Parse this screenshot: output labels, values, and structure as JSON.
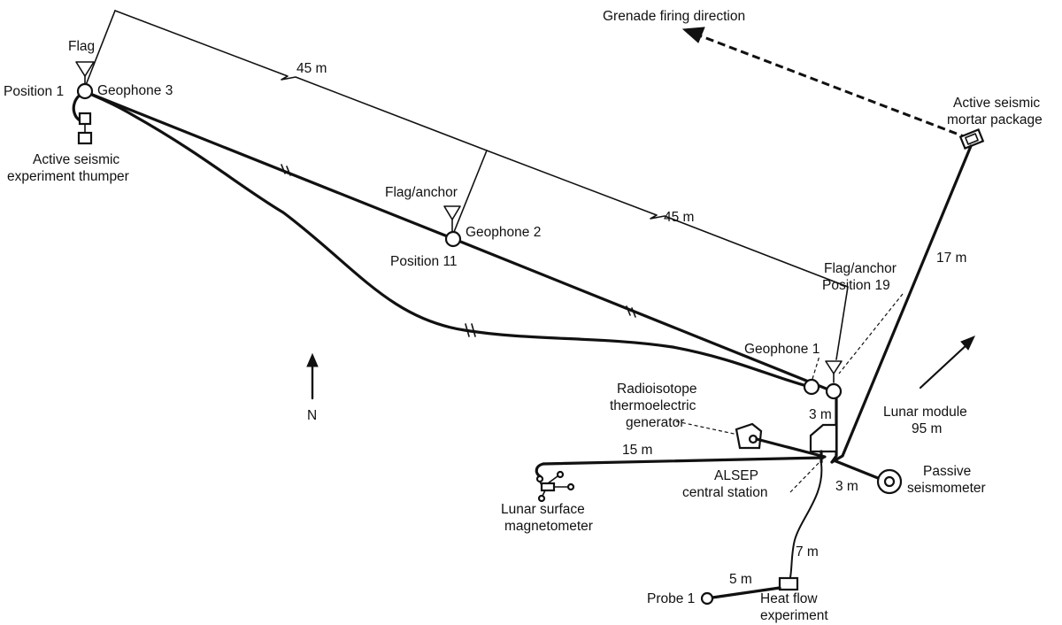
{
  "labels": {
    "grenade_direction": "Grenade firing direction",
    "flag": "Flag",
    "position_1": "Position 1",
    "geophone_3": "Geophone 3",
    "thumper_line1": "Active seismic",
    "thumper_line2": "experiment thumper",
    "dist_45_upper": "45 m",
    "mortar_line1": "Active seismic",
    "mortar_line2": "mortar package",
    "flag_anchor_mid": "Flag/anchor",
    "geophone_2": "Geophone 2",
    "position_11": "Position 11",
    "dist_45_lower": "45 m",
    "dist_17": "17 m",
    "flag_anchor_19_line1": "Flag/anchor",
    "flag_anchor_19_line2": "Position 19",
    "geophone_1": "Geophone 1",
    "north": "N",
    "rtg_line1": "Radioisotope",
    "rtg_line2": "thermoelectric",
    "rtg_line3": "generator",
    "dist_3_upper": "3 m",
    "lm_line1": "Lunar module",
    "lm_line2": "95 m",
    "dist_15": "15 m",
    "alsep_line1": "ALSEP",
    "alsep_line2": "central station",
    "passive_line1": "Passive",
    "passive_line2": "seismometer",
    "dist_3_lower": "3 m",
    "mag_line1": "Lunar surface",
    "mag_line2": "magnetometer",
    "dist_7": "7 m",
    "dist_5": "5 m",
    "probe_1": "Probe 1",
    "heatflow_line1": "Heat flow",
    "heatflow_line2": "experiment"
  }
}
